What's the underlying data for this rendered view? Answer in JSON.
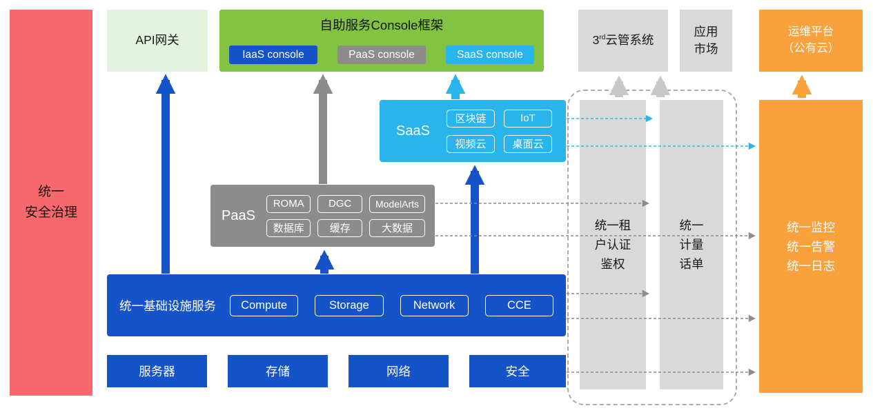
{
  "colors": {
    "red": "#F8696D",
    "light_green": "#E4F1DC",
    "green": "#82C341",
    "blue": "#1553C8",
    "cyan": "#2AB4EC",
    "gray": "#8C8C8C",
    "light_gray": "#D9D9D9",
    "lighter_gray": "#C8C8C8",
    "orange": "#F9A13C"
  },
  "security_bar": {
    "label": "统一\n安全治理"
  },
  "api_gateway": {
    "label": "API网关"
  },
  "console_framework": {
    "title": "自助服务Console框架",
    "buttons": [
      {
        "label": "IaaS console"
      },
      {
        "label": "PaaS console"
      },
      {
        "label": "SaaS console"
      }
    ]
  },
  "third_party_cms": {
    "prefix": "3",
    "sup": "rd",
    "rest": "云管系统"
  },
  "app_market": {
    "label": "应用\n市场"
  },
  "om_platform": {
    "label": "运维平台\n（公有云）"
  },
  "saas": {
    "label": "SaaS",
    "chips": [
      "区块链",
      "IoT",
      "视频云",
      "桌面云"
    ]
  },
  "paas": {
    "label": "PaaS",
    "chips": [
      "ROMA",
      "DGC",
      "ModelArts",
      "数据库",
      "缓存",
      "大数据"
    ]
  },
  "iaas": {
    "label": "统一基础设施服务",
    "chips": [
      "Compute",
      "Storage",
      "Network",
      "CCE"
    ]
  },
  "infrastructure": [
    "服务器",
    "存储",
    "网络",
    "安全"
  ],
  "auth_bar": {
    "label": "统一租\n户认证\n鉴权"
  },
  "metering_bar": {
    "label": "统一\n计量\n话单"
  },
  "monitor_bar": {
    "label": "统一监控\n统一告警\n统一日志"
  }
}
